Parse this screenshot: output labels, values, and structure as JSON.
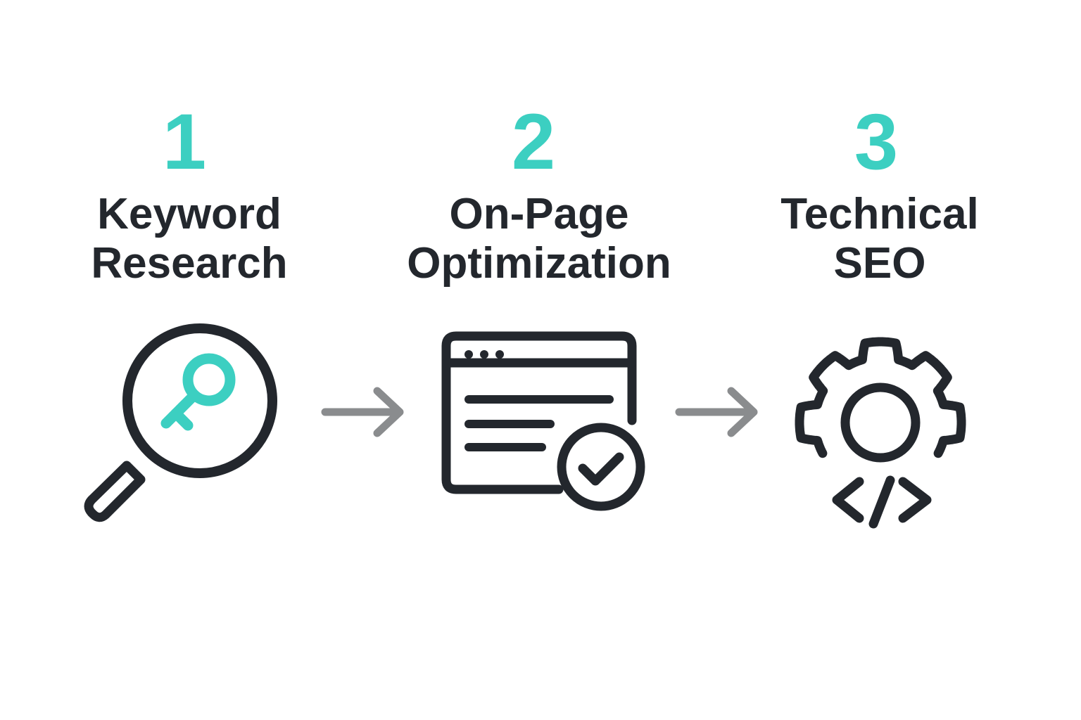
{
  "colors": {
    "accent": "#3ccfc1",
    "dark": "#23272d",
    "arrow": "#8a8c8e",
    "background": "#ffffff"
  },
  "steps": [
    {
      "number": "1",
      "title_line1": "Keyword",
      "title_line2": "Research",
      "icon": "magnifier-key-icon"
    },
    {
      "number": "2",
      "title_line1": "On-Page",
      "title_line2": "Optimization",
      "icon": "browser-checkmark-icon"
    },
    {
      "number": "3",
      "title_line1": "Technical",
      "title_line2": "SEO",
      "icon": "gear-code-icon"
    }
  ],
  "connectors": [
    "arrow-right-icon",
    "arrow-right-icon"
  ]
}
